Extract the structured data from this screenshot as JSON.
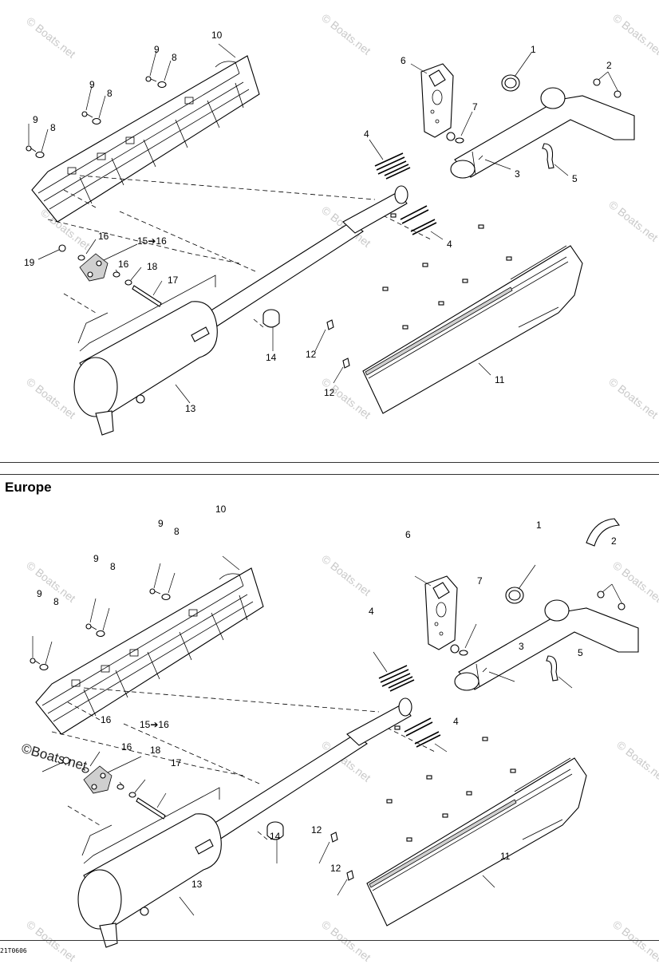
{
  "section_heading": "Europe",
  "footer_code": "21T0606",
  "watermark_text": "© Boats.net",
  "watermark_logo_text": "©Boats.net",
  "callouts": {
    "c1": "1",
    "c2": "2",
    "c3": "3",
    "c4": "4",
    "c5": "5",
    "c6": "6",
    "c7": "7",
    "c8": "8",
    "c9": "9",
    "c10": "10",
    "c11": "11",
    "c12": "12",
    "c13": "13",
    "c14": "14",
    "c15": "15➔16",
    "c16": "16",
    "c17": "17",
    "c18": "18",
    "c19": "19"
  },
  "parts": [
    {
      "ref": "1",
      "icon": "gasket-ring-icon"
    },
    {
      "ref": "2",
      "icon": "nut-icon"
    },
    {
      "ref": "3",
      "icon": "exhaust-pipe-icon"
    },
    {
      "ref": "4",
      "icon": "spring-icon"
    },
    {
      "ref": "5",
      "icon": "hose-icon"
    },
    {
      "ref": "6",
      "icon": "bracket-icon"
    },
    {
      "ref": "7",
      "icon": "bolt-icon"
    },
    {
      "ref": "8",
      "icon": "washer-icon"
    },
    {
      "ref": "9",
      "icon": "screw-icon"
    },
    {
      "ref": "10",
      "icon": "heat-shield-icon"
    },
    {
      "ref": "11",
      "icon": "heat-shield-icon"
    },
    {
      "ref": "12",
      "icon": "clip-icon"
    },
    {
      "ref": "13",
      "icon": "muffler-icon"
    },
    {
      "ref": "14",
      "icon": "grommet-icon"
    },
    {
      "ref": "15➔16",
      "icon": "bracket-icon"
    },
    {
      "ref": "16",
      "icon": "washer-icon"
    },
    {
      "ref": "17",
      "icon": "bolt-icon"
    },
    {
      "ref": "18",
      "icon": "washer-icon"
    },
    {
      "ref": "19",
      "icon": "nut-icon"
    }
  ]
}
